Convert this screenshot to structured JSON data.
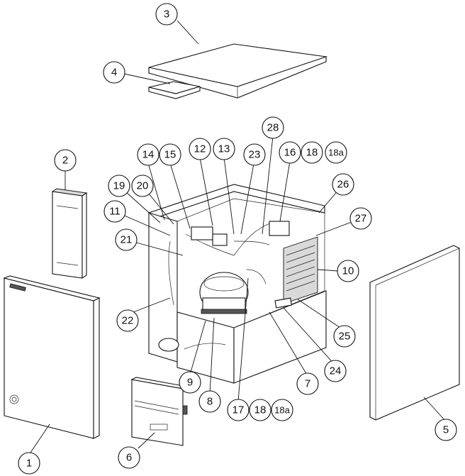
{
  "callouts": [
    {
      "id": "c1",
      "label": "1"
    },
    {
      "id": "c2",
      "label": "2"
    },
    {
      "id": "c3",
      "label": "3"
    },
    {
      "id": "c4",
      "label": "4"
    },
    {
      "id": "c5",
      "label": "5"
    },
    {
      "id": "c6",
      "label": "6"
    },
    {
      "id": "c7",
      "label": "7"
    },
    {
      "id": "c8",
      "label": "8"
    },
    {
      "id": "c9",
      "label": "9"
    },
    {
      "id": "c10",
      "label": "10"
    },
    {
      "id": "c11",
      "label": "11"
    },
    {
      "id": "c12",
      "label": "12"
    },
    {
      "id": "c13",
      "label": "13"
    },
    {
      "id": "c14",
      "label": "14"
    },
    {
      "id": "c15",
      "label": "15"
    },
    {
      "id": "c16",
      "label": "16"
    },
    {
      "id": "c17",
      "label": "17"
    },
    {
      "id": "c18a",
      "label": "18"
    },
    {
      "id": "c18aa",
      "label": "18a"
    },
    {
      "id": "c18b",
      "label": "18"
    },
    {
      "id": "c18ba",
      "label": "18a"
    },
    {
      "id": "c19",
      "label": "19"
    },
    {
      "id": "c20",
      "label": "20"
    },
    {
      "id": "c21",
      "label": "21"
    },
    {
      "id": "c22",
      "label": "22"
    },
    {
      "id": "c23",
      "label": "23"
    },
    {
      "id": "c24",
      "label": "24"
    },
    {
      "id": "c25",
      "label": "25"
    },
    {
      "id": "c26",
      "label": "26"
    },
    {
      "id": "c27",
      "label": "27"
    },
    {
      "id": "c28",
      "label": "28"
    }
  ]
}
